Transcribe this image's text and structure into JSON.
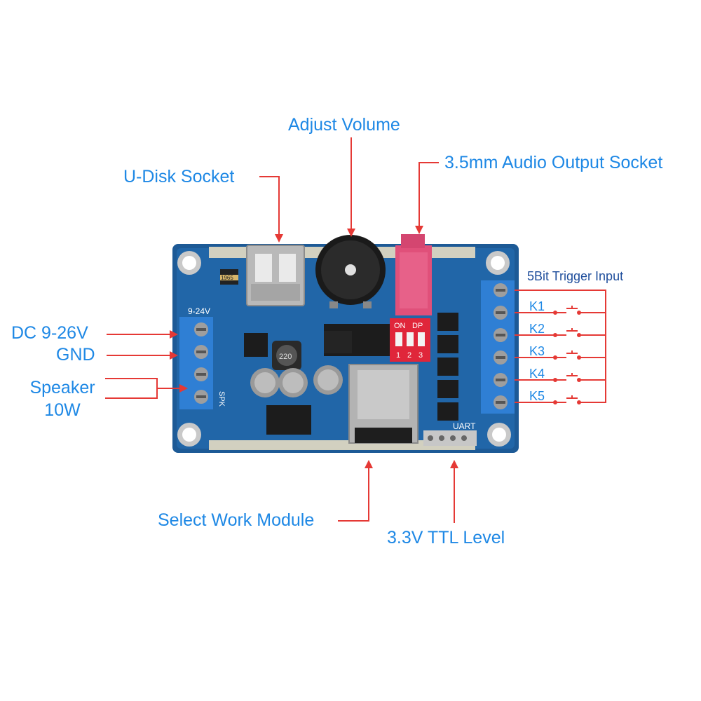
{
  "labels": {
    "adjust_volume": "Adjust Volume",
    "u_disk_socket": "U-Disk Socket",
    "audio_output": "3.5mm Audio Output Socket",
    "trigger_input": "5Bit Trigger Input",
    "dc_input": "DC 9-26V",
    "gnd": "GND",
    "speaker_line1": "Speaker",
    "speaker_line2": "10W",
    "select_work_module": "Select Work Module",
    "ttl_level": "3.3V TTL Level"
  },
  "trigger_keys": [
    "K1",
    "K2",
    "K3",
    "K4",
    "K5"
  ],
  "board_markings": {
    "power_label": "9-24V",
    "speaker_label": "SPK",
    "uart_label": "UART",
    "dip_on": "ON",
    "dip_dp": "DP",
    "dip_numbers": [
      "1",
      "2",
      "3"
    ],
    "inductor": "220",
    "fuse": "1965"
  },
  "colors": {
    "label_blue": "#1e88e5",
    "pointer_red": "#e53935",
    "board_blue": "#1f5f9e",
    "terminal_blue": "#2f7fd4",
    "dip_red": "#e0263a",
    "audio_pink": "#e0507a"
  }
}
